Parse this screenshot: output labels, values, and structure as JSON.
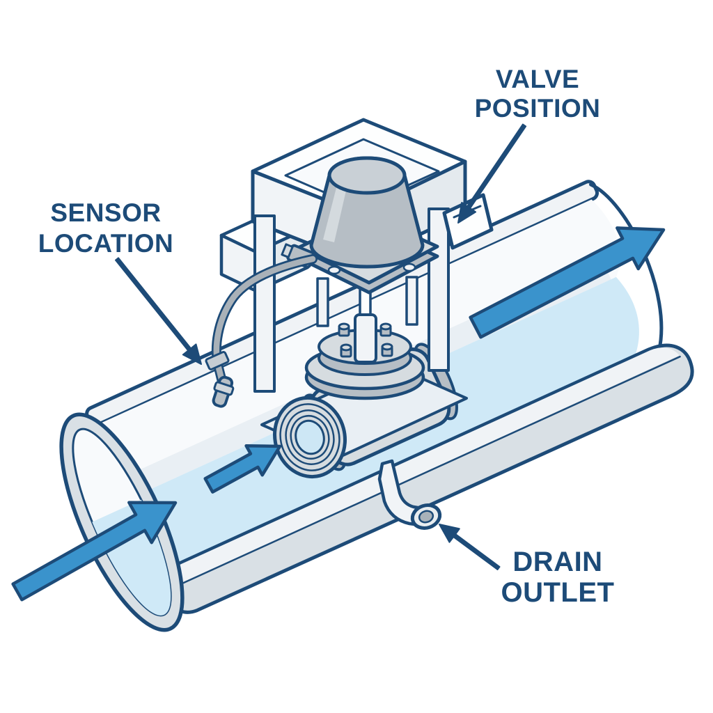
{
  "colors": {
    "navy": "#1d4b78",
    "arrow-blue": "#3a93cc",
    "water": "#cfe9f7",
    "pipe-light": "#f0f3f6",
    "pipe-gray": "#d9e0e5",
    "metal-light": "#d6dce0",
    "metal-mid": "#b6bec5",
    "background": "#ffffff"
  },
  "labels": {
    "valve_position": {
      "line1": "VALVE",
      "line2": "POSITION"
    },
    "sensor_location": {
      "line1": "SENSOR",
      "line2": "LOCATION"
    },
    "drain_outlet": {
      "line1": "DRAIN",
      "line2": "OUTLET"
    }
  },
  "shapes": {
    "flow_arrows": [
      "inlet-flow-arrow",
      "mid-flow-arrow",
      "outlet-flow-arrow"
    ],
    "leader_arrows": [
      "valve-position-leader",
      "sensor-location-leader",
      "drain-outlet-leader"
    ]
  }
}
